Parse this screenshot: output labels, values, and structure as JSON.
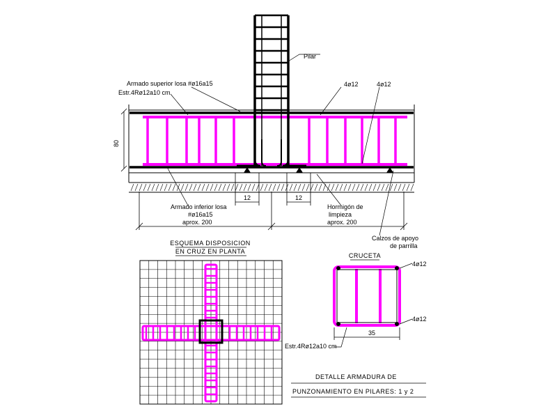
{
  "colors": {
    "rebar": "#ff00ff",
    "line": "#000000",
    "background": "#ffffff"
  },
  "section": {
    "pilar_label": "Pilar",
    "top_reinforcement_label": "Armado superior losa #ø16a15",
    "stirrup_label": "Estr.4Rø12a10 cm",
    "bar_label_left": "4ø12",
    "bar_label_right": "4ø12",
    "height_dim": "80",
    "dim_left": "12",
    "dim_right": "12",
    "bottom_reinforcement_label_1": "Armado inferior losa",
    "bottom_reinforcement_label_2": "#ø16a15",
    "bottom_reinforcement_label_3": "aprox. 200",
    "concrete_label_1": "Hormigón de",
    "concrete_label_2": "limpieza",
    "concrete_label_3": "aprox. 200",
    "spacer_label_1": "Calzos de apoyo",
    "spacer_label_2": "de parrilla"
  },
  "plan": {
    "title_1": "ESQUEMA DISPOSICION",
    "title_2": "EN CRUZ EN PLANTA"
  },
  "cruceta": {
    "title": "CRUCETA",
    "bar_top": "4ø12",
    "bar_bottom": "4ø12",
    "width_dim": "35",
    "stirrup_label": "Estr.4Rø12a10 cm"
  },
  "footer": {
    "line_1": "DETALLE ARMADURA DE",
    "line_2": "PUNZONAMIENTO EN PILARES: 1 y 2"
  }
}
